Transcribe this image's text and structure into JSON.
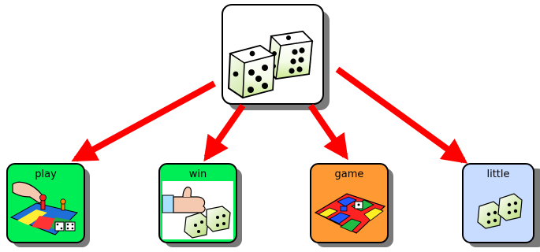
{
  "diagram": {
    "central_symbol": "dice",
    "arrow_color": "#ff0000",
    "cards": [
      {
        "label": "play",
        "color": "#00ee55",
        "symbol": "hand-moving-game-piece"
      },
      {
        "label": "win",
        "color": "#00ee55",
        "symbol": "thumbs-up-with-dice"
      },
      {
        "label": "game",
        "color": "#ff9933",
        "symbol": "board-game"
      },
      {
        "label": "little",
        "color": "#c8dcff",
        "symbol": "small-dice"
      }
    ]
  }
}
